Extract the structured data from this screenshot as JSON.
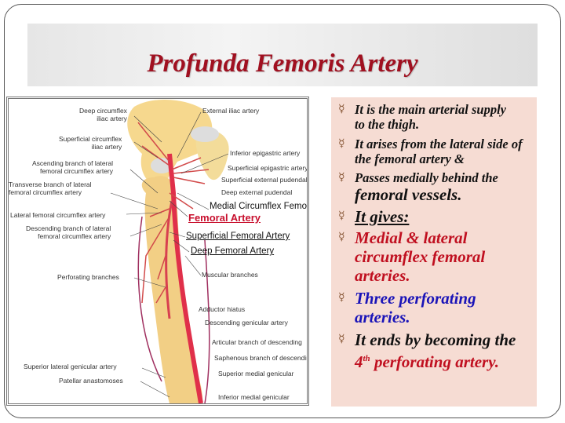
{
  "slide": {
    "title": "Profunda Femoris Artery",
    "diagram_labels": {
      "deep_circumflex_iliac": [
        "Deep circumflex",
        "iliac artery"
      ],
      "superficial_circumflex_iliac": [
        "Superficial circumflex",
        "iliac artery"
      ],
      "ascending_branch": [
        "Ascending branch of lateral",
        "femoral circumflex artery"
      ],
      "transverse_branch": [
        "Transverse branch of lateral",
        "femoral circumflex artery"
      ],
      "lateral_femoral_circumflex": "Lateral femoral circumflex artery",
      "descending_branch": [
        "Descending branch of lateral",
        "femoral circumflex artery"
      ],
      "perforating_branches": "Perforating branches",
      "superior_lateral_genicular": "Superior lateral genicular artery",
      "patellar_anastomoses": "Patellar anastomoses",
      "external_iliac": "External iliac artery",
      "inferior_epigastric": "Inferior epigastric artery",
      "superficial_epigastric": "Superficial epigastric artery",
      "superficial_external_pudendal": "Superficial external pudendal",
      "deep_external_pudendal": "Deep external pudendal",
      "medial_circumflex_femoral": "Medial Circumflex Femoral",
      "femoral_artery": "Femoral Artery",
      "superficial_femoral_artery": "Superficial Femoral Artery",
      "deep_femoral_artery": "Deep Femoral Artery",
      "muscular_branches": "Muscular branches",
      "adductor_hiatus": "Adductor hiatus",
      "descending_genicular": "Descending genicular artery",
      "articular_branch": "Articular branch of descending",
      "saphenous_branch": "Saphenous branch of descending",
      "superior_medial_genicular": "Superior medial genicular",
      "inferior_medial_genicular": "Inferior medial genicular"
    },
    "bullets": {
      "b1": "It is the  main arterial supply to the thigh.",
      "b2": "It arises from the lateral side of the femoral artery &",
      "b3a": "Passes medially behind the",
      "b3b": "femoral vessels.",
      "b4": "It gives:",
      "b5": "Medial & lateral circumflex femoral arteries.",
      "b6": "Three perforating arteries.",
      "b7a": "It ends by becoming the ",
      "b7b": "4",
      "b7c": "th",
      "b7d": " perforating artery."
    }
  }
}
